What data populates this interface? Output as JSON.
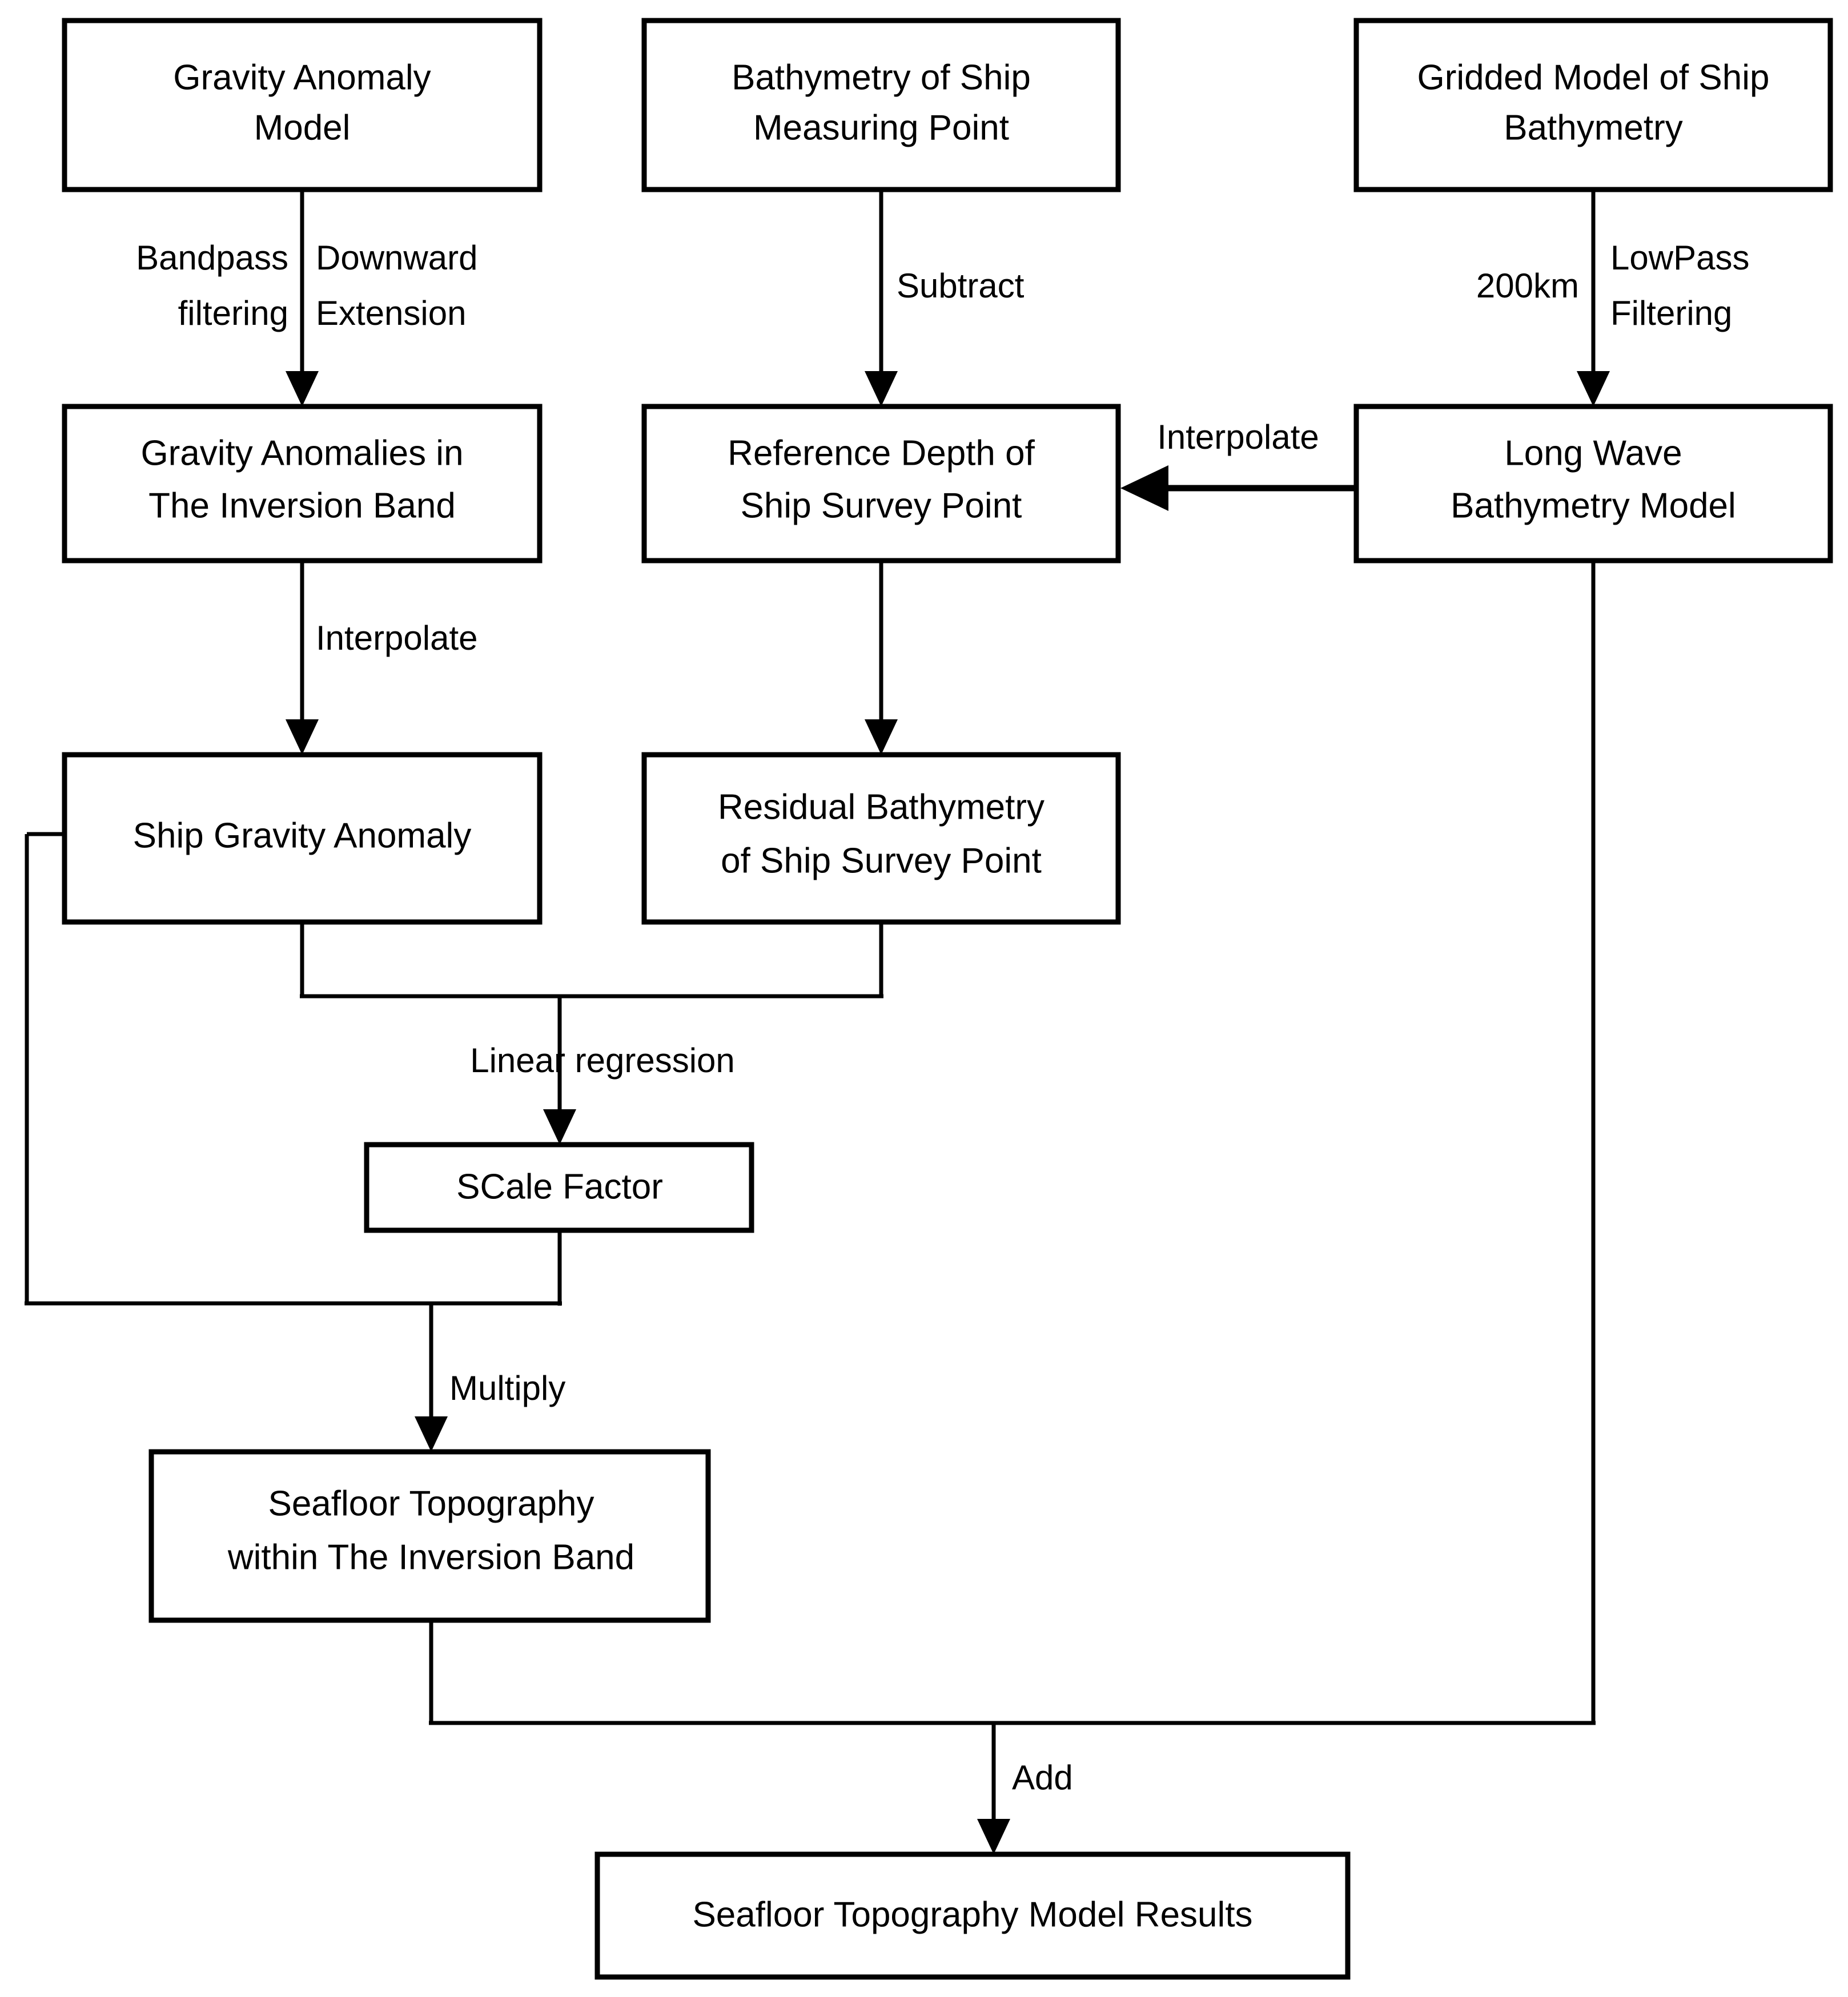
{
  "diagram": {
    "type": "flowchart",
    "title": "Seafloor Topography Inversion Workflow",
    "orientation": "top-to-bottom",
    "colors": {
      "background": "#ffffff",
      "node_fill": "#ffffff",
      "node_stroke": "#000000",
      "edge_stroke": "#000000",
      "text": "#000000"
    },
    "nodes": [
      {
        "id": "gravity_anomaly_model",
        "label_line1": "Gravity Anomaly",
        "label_line2": "Model"
      },
      {
        "id": "bathymetry_ship_measuring_point",
        "label_line1": "Bathymetry of Ship",
        "label_line2": "Measuring Point"
      },
      {
        "id": "gridded_model_ship_bathymetry",
        "label_line1": "Gridded Model of Ship",
        "label_line2": "Bathymetry"
      },
      {
        "id": "gravity_anomalies_inversion_band",
        "label_line1": "Gravity Anomalies in",
        "label_line2": "The Inversion Band"
      },
      {
        "id": "reference_depth_ship_survey_point",
        "label_line1": "Reference Depth of",
        "label_line2": "Ship Survey Point"
      },
      {
        "id": "long_wave_bathymetry_model",
        "label_line1": "Long Wave",
        "label_line2": "Bathymetry Model"
      },
      {
        "id": "ship_gravity_anomaly",
        "label_line1": "Ship Gravity Anomaly",
        "label_line2": ""
      },
      {
        "id": "residual_bathymetry_ship_survey_point",
        "label_line1": "Residual Bathymetry",
        "label_line2": "of Ship Survey Point"
      },
      {
        "id": "scale_factor",
        "label_line1": "SCale Factor",
        "label_line2": ""
      },
      {
        "id": "seafloor_topography_inversion_band",
        "label_line1": "Seafloor Topography",
        "label_line2": "within The Inversion Band"
      },
      {
        "id": "seafloor_topography_model_results",
        "label_line1": "Seafloor Topography Model Results",
        "label_line2": ""
      }
    ],
    "edge_labels": {
      "bandpass_filtering_line1": "Bandpass",
      "bandpass_filtering_line2": "filtering",
      "downward_extension_line1": "Downward",
      "downward_extension_line2": "Extension",
      "subtract": "Subtract",
      "distance_200km": "200km",
      "lowpass_filtering_line1": "LowPass",
      "lowpass_filtering_line2": "Filtering",
      "interpolate_right": "Interpolate",
      "interpolate_left": "Interpolate",
      "linear_regression": "Linear regression",
      "multiply": "Multiply",
      "add": "Add"
    }
  }
}
